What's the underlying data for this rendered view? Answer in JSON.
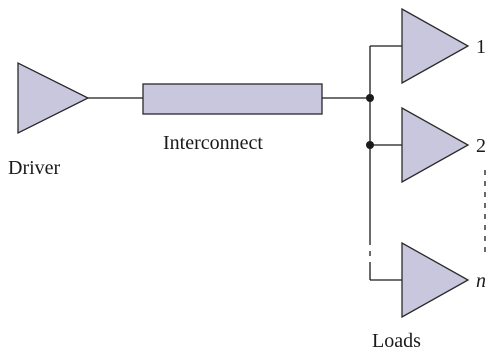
{
  "diagram": {
    "driver_label": "Driver",
    "interconnect_label": "Interconnect",
    "loads_label": "Loads",
    "load_numbers": [
      "1",
      "2",
      "n"
    ]
  },
  "colors": {
    "fill": "#c9c7de",
    "stroke": "#2a2a2a",
    "wire": "#1a1a1a"
  }
}
